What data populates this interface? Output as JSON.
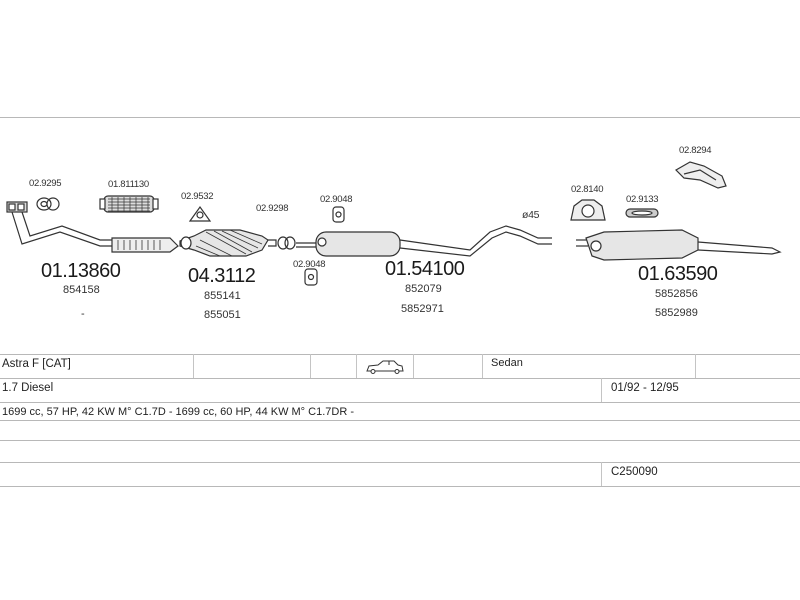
{
  "parts": {
    "p1": {
      "label": "02.9295"
    },
    "p2": {
      "label": "01.811130"
    },
    "p3": {
      "label": "02.9532"
    },
    "p4": {
      "label": "02.9298"
    },
    "p5": {
      "label": "02.9048"
    },
    "p6": {
      "label": "02.9048"
    },
    "p7": {
      "label": "02.8140"
    },
    "p8": {
      "label": "02.9133"
    },
    "p9": {
      "label": "02.8294"
    },
    "diameter": "ø45",
    "front_pipe": {
      "number": "01.13860",
      "ref1": "854158",
      "ref2": "-"
    },
    "catalyst": {
      "number": "04.3112",
      "ref1": "855141",
      "ref2": "855051"
    },
    "middle_silencer": {
      "number": "01.54100",
      "ref1": "852079",
      "ref2": "5852971"
    },
    "rear_silencer": {
      "number": "01.63590",
      "ref1": "5852856",
      "ref2": "5852989"
    }
  },
  "table": {
    "model": "Astra F  [CAT]",
    "body_type": "Sedan",
    "engine": "1.7 Diesel",
    "period": "01/92 - 12/95",
    "specs": "1699 cc, 57 HP, 42 KW M° C1.7D - 1699 cc, 60 HP, 44 KW M° C1.7DR -",
    "code": "C250090"
  }
}
